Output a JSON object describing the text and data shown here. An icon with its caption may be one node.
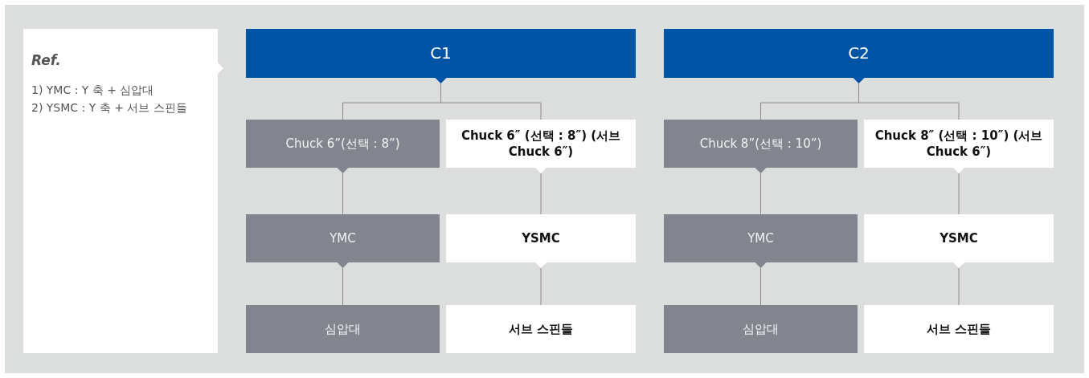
{
  "diagram": {
    "nodes": [
      {
        "text": [
          "Ref.",
          "1) YMC : Y 축 + 심압대",
          "2) YSMC : Y 축 + 서브 스핀들"
        ]
      },
      {
        "text": [
          "C1"
        ]
      },
      {
        "text": [
          "Chuck 6”(선택 : 8”)"
        ]
      },
      {
        "text": [
          "Chuck 6″ (선택 : 8″) (서브 Chuck 6″)"
        ]
      },
      {
        "text": [
          "YMC"
        ]
      },
      {
        "text": [
          "YSMC"
        ]
      },
      {
        "text": [
          "심압대"
        ]
      },
      {
        "text": [
          "서브 스핀들"
        ]
      },
      {
        "text": [
          "C2"
        ]
      },
      {
        "text": [
          "Chuck 8”(선택 : 10”)"
        ]
      },
      {
        "text": [
          "Chuck 8″ (선택 : 10″) (서브 Chuck 6″)"
        ]
      },
      {
        "text": [
          "YMC"
        ]
      },
      {
        "text": [
          "YSMC"
        ]
      },
      {
        "text": [
          "심압대"
        ]
      },
      {
        "text": [
          "서브 스핀들"
        ]
      }
    ],
    "edges": [
      {
        "from": 1,
        "to": 2,
        "arrow": "none"
      },
      {
        "from": 1,
        "to": 3,
        "arrow": "none"
      },
      {
        "from": 2,
        "to": 4,
        "arrow": "none"
      },
      {
        "from": 3,
        "to": 5,
        "arrow": "none"
      },
      {
        "from": 4,
        "to": 6,
        "arrow": "none"
      },
      {
        "from": 5,
        "to": 7,
        "arrow": "none"
      },
      {
        "from": 8,
        "to": 9,
        "arrow": "none"
      },
      {
        "from": 8,
        "to": 10,
        "arrow": "none"
      },
      {
        "from": 9,
        "to": 11,
        "arrow": "none"
      },
      {
        "from": 10,
        "to": 12,
        "arrow": "none"
      },
      {
        "from": 11,
        "to": 13,
        "arrow": "none"
      },
      {
        "from": 12,
        "to": 14,
        "arrow": "none"
      }
    ]
  }
}
